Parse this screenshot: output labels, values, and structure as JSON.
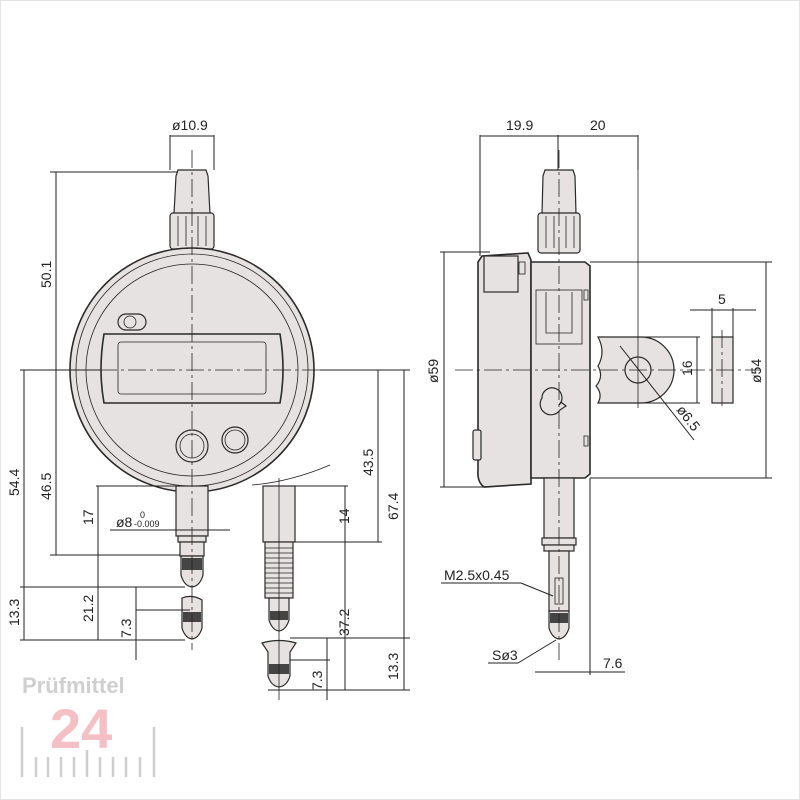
{
  "drawing": {
    "title": "Digital dial indicator dimension drawing",
    "colors": {
      "line": "#222222",
      "body_fill": "#e6e2e2",
      "logo_gray": "#cfcfcf",
      "logo_red": "#f4c0c6"
    },
    "front_view": {
      "dimensions": {
        "stem_cap_diameter": "ø10.9",
        "height_top": "50.1",
        "total_54_4": "54.4",
        "to_stem_end": "46.5",
        "stem_length": "17",
        "stem_diameter": "ø8",
        "stem_tol_upper": "0",
        "stem_tol_lower": "-0.009",
        "spindle_travel": "21.2",
        "tip_13_3": "13.3",
        "tip_7_3": "7.3"
      }
    },
    "alt_stem_view": {
      "dimensions": {
        "center_to_stem": "43.5",
        "total": "67.4",
        "stem_length": "14",
        "stem_to_tip": "37.2",
        "tip_13_3": "13.3",
        "tip_7_3": "7.3"
      }
    },
    "side_view": {
      "dimensions": {
        "back_depth": "19.9",
        "lug_offset": "20",
        "body_diameter": "ø59",
        "back_diameter": "ø54",
        "lug_thickness": "5",
        "lug_height": "16",
        "lug_hole": "ø6.5",
        "thread": "M2.5x0.45",
        "contact_point": "Sø3",
        "tip_offset": "7.6"
      }
    }
  },
  "watermark": {
    "brand_text": "Prüfmittel",
    "brand_number": "24"
  }
}
